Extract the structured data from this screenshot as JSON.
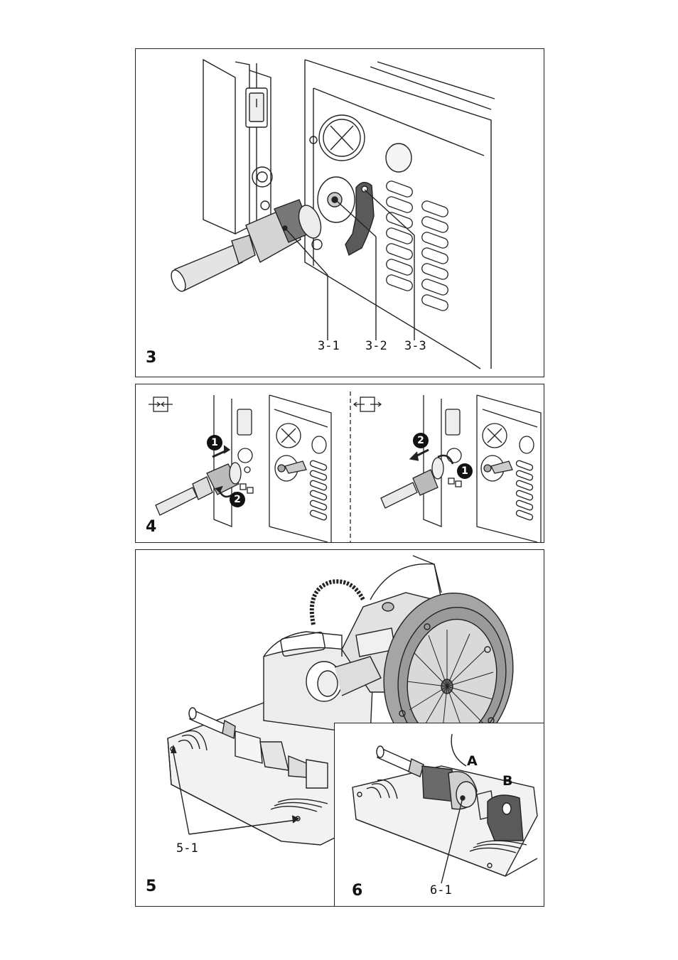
{
  "figures": {
    "fig3": {
      "number": "3",
      "callouts": [
        "3-1",
        "3-2",
        "3-3"
      ]
    },
    "fig4": {
      "number": "4",
      "steps_left": [
        "1",
        "2"
      ],
      "steps_right": [
        "2",
        "1"
      ]
    },
    "fig5": {
      "number": "5",
      "callout": "5-1"
    },
    "fig6": {
      "number": "6",
      "callout": "6-1",
      "label_a": "A",
      "label_b": "B"
    }
  },
  "colors": {
    "line": "#222222",
    "shade_light": "#d9d9d9",
    "shade_mid": "#9a9a9a",
    "shade_dark": "#5a5a5a"
  }
}
